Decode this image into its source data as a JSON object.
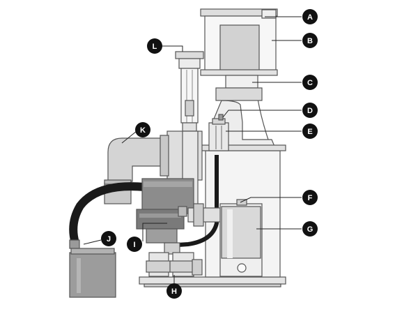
{
  "callouts": [
    {
      "id": "A",
      "text": "A"
    },
    {
      "id": "B",
      "text": "B"
    },
    {
      "id": "C",
      "text": "C"
    },
    {
      "id": "D",
      "text": "D"
    },
    {
      "id": "E",
      "text": "E"
    },
    {
      "id": "F",
      "text": "F"
    },
    {
      "id": "G",
      "text": "G"
    },
    {
      "id": "H",
      "text": "H"
    },
    {
      "id": "I",
      "text": "I"
    },
    {
      "id": "J",
      "text": "J"
    },
    {
      "id": "K",
      "text": "K"
    },
    {
      "id": "L",
      "text": "L"
    }
  ]
}
